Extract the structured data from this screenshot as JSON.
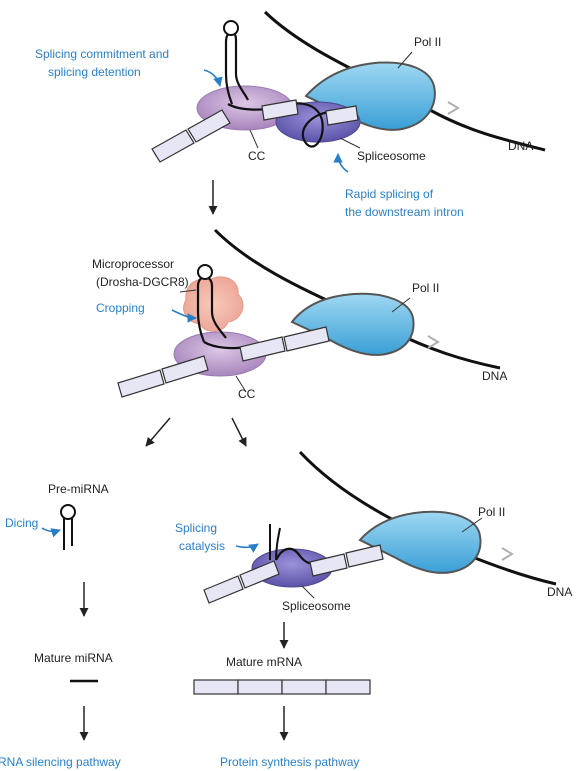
{
  "colors": {
    "pol_ii": "#5bb5e0",
    "spliceosome": "#6b62b8",
    "commitment_complex": "#b89ac8",
    "microprocessor": "#f0b0a0",
    "annotation_blue": "#2a7fc4",
    "exon_fill": "#e6e6f4",
    "arrow": "#222222",
    "transcription_arrow": "#b0b0b0"
  },
  "icons": {
    "flow_arrow": "arrow-down-icon",
    "annotation_arrow": "curved-arrow-icon",
    "transcription_direction": "chevron-right-icon"
  },
  "panel_top": {
    "annotation_commitment_line1": "Splicing commitment and",
    "annotation_commitment_line2": "splicing detention",
    "pol_label": "Pol II",
    "dna_label": "DNA",
    "cc_label": "CC",
    "spliceosome_label": "Spliceosome",
    "annotation_rapid_line1": "Rapid splicing of",
    "annotation_rapid_line2": "the downstream intron"
  },
  "panel_middle": {
    "microprocessor_line1": "Microprocessor",
    "microprocessor_line2": "(Drosha-DGCR8)",
    "annotation_cropping": "Cropping",
    "pol_label": "Pol II",
    "dna_label": "DNA",
    "cc_label": "CC"
  },
  "panel_left": {
    "pre_mirna_label": "Pre-miRNA",
    "annotation_dicing": "Dicing",
    "mature_mirna_label": "Mature miRNA",
    "pathway_label": "RNA silencing pathway"
  },
  "panel_right": {
    "annotation_catalysis_line1": "Splicing",
    "annotation_catalysis_line2": "catalysis",
    "pol_label": "Pol II",
    "dna_label": "DNA",
    "spliceosome_label": "Spliceosome",
    "mature_mrna_label": "Mature mRNA",
    "pathway_label": "Protein synthesis pathway"
  }
}
